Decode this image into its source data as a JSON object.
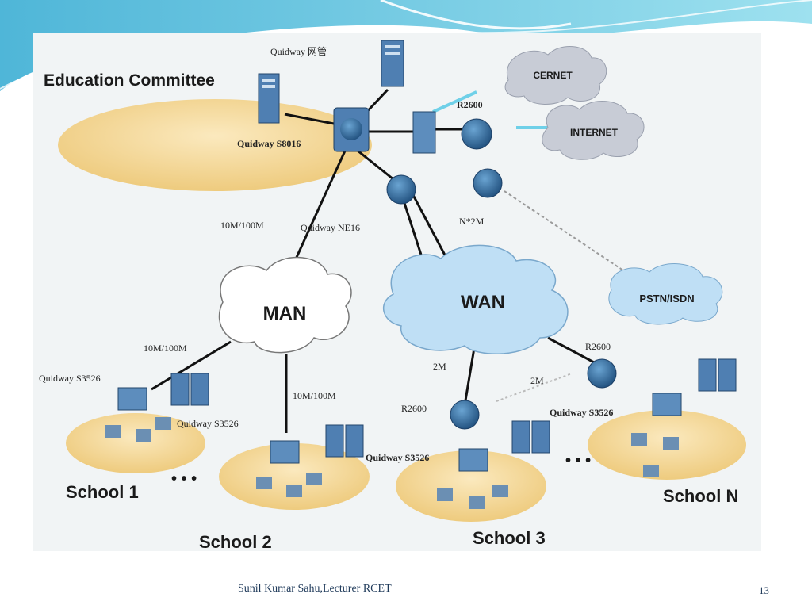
{
  "diagram": {
    "headquarters": {
      "title": "Education Committee",
      "server_label": "Quidway 网管",
      "core_switch_label": "Quidway S8016",
      "router_label": "R2600",
      "edge_router_label": "Quidway NE16"
    },
    "clouds": {
      "cernet": "CERNET",
      "internet": "INTERNET",
      "man": "MAN",
      "wan": "WAN",
      "pstn": "PSTN/ISDN"
    },
    "links": {
      "hq_to_man": "10M/100M",
      "wan_multi": "N*2M",
      "man_to_school1": "10M/100M",
      "man_to_school2": "10M/100M",
      "wan_to_school3": "2M",
      "wan_to_schooln": "2M"
    },
    "schools": {
      "school1": {
        "name": "School 1",
        "switch": "Quidway S3526"
      },
      "school2": {
        "name": "School 2",
        "switch": "Quidway S3526"
      },
      "school3": {
        "name": "School 3",
        "switch": "Quidway S3526",
        "router": "R2600"
      },
      "schooln": {
        "name": "School N",
        "switch": "Quidway S3526",
        "router": "R2600"
      }
    },
    "ellipsis": "• • •"
  },
  "footer": {
    "author": "Sunil Kumar Sahu,Lecturer RCET",
    "page": "13"
  },
  "colors": {
    "accent": "#5bc4dc",
    "platform": "#f2d79a",
    "wan_cloud": "#bfdff5",
    "router": "#2f5f8f"
  }
}
